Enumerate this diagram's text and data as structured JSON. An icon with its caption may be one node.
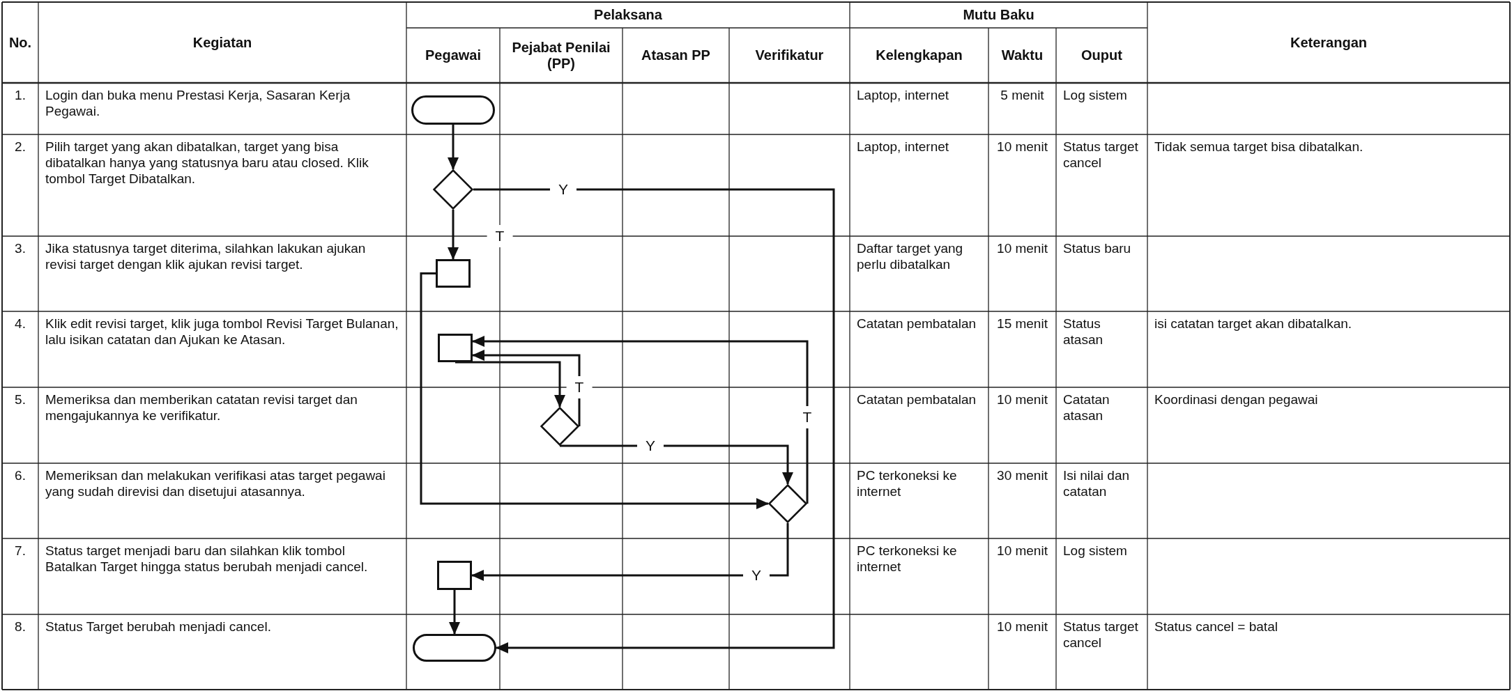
{
  "diagram": {
    "nodes": [
      {
        "text": [],
        "shape": "pill"
      },
      {
        "text": [],
        "shape": "diamond"
      },
      {
        "text": [],
        "shape": "box"
      },
      {
        "text": [],
        "shape": "box"
      },
      {
        "text": [],
        "shape": "diamond"
      },
      {
        "text": [],
        "shape": "diamond"
      },
      {
        "text": [],
        "shape": "box"
      },
      {
        "text": [],
        "shape": "pill"
      }
    ],
    "edges": [
      {
        "from": 0,
        "to": 1,
        "arrow": "to"
      },
      {
        "from": 1,
        "to": 7,
        "arrow": "to",
        "label": "Y"
      },
      {
        "from": 1,
        "to": 2,
        "arrow": "to",
        "label": "T"
      },
      {
        "from": 2,
        "to": 5,
        "arrow": "to"
      },
      {
        "from": 3,
        "to": 4,
        "arrow": "to"
      },
      {
        "from": 4,
        "to": 3,
        "arrow": "to",
        "label": "T"
      },
      {
        "from": 4,
        "to": 5,
        "arrow": "to",
        "label": "Y"
      },
      {
        "from": 5,
        "to": 3,
        "arrow": "to",
        "label": "T"
      },
      {
        "from": 5,
        "to": 6,
        "arrow": "to",
        "label": "Y"
      },
      {
        "from": 6,
        "to": 7,
        "arrow": "to"
      }
    ],
    "labels": [
      "No.",
      "Kegiatan",
      "Pelaksana",
      "Mutu Baku",
      "Keterangan",
      "Pegawai",
      "Pejabat Penilai (PP)",
      "Atasan PP",
      "Verifikatur",
      "Kelengkapan",
      "Waktu",
      "Ouput",
      "1.",
      "Login dan buka menu Prestasi Kerja, Sasaran Kerja Pegawai.",
      "Laptop, internet",
      "5 menit",
      "Log sistem",
      "2.",
      "Pilih target yang akan dibatalkan, target yang bisa dibatalkan hanya yang statusnya baru atau closed. Klik tombol Target Dibatalkan.",
      "Laptop, internet",
      "10 menit",
      "Status target cancel",
      "Tidak semua target bisa dibatalkan.",
      "3.",
      "Jika statusnya target diterima, silahkan lakukan ajukan revisi target dengan klik ajukan revisi target.",
      "Daftar target yang perlu dibatalkan",
      "10 menit",
      "Status baru",
      "4.",
      "Klik edit revisi target, klik juga tombol Revisi Target Bulanan, lalu isikan catatan dan Ajukan ke Atasan.",
      "Catatan pembatalan",
      "15 menit",
      "Status atasan",
      "isi catatan target akan dibatalkan.",
      "5.",
      "Memeriksa dan memberikan catatan revisi target dan mengajukannya ke verifikatur.",
      "Catatan pembatalan",
      "10 menit",
      "Catatan atasan",
      "Koordinasi dengan pegawai",
      "6.",
      "Memeriksan dan melakukan verifikasi atas target pegawai yang sudah direvisi dan disetujui atasannya.",
      "PC terkoneksi ke internet",
      "30 menit",
      "Isi nilai dan catatan",
      "7.",
      "Status target menjadi baru dan silahkan klik tombol Batalkan Target hingga status berubah menjadi cancel.",
      "PC terkoneksi ke internet",
      "10 menit",
      "Log sistem",
      "8.",
      "Status Target berubah menjadi cancel.",
      "10 menit",
      "Status target cancel",
      "Status cancel = batal"
    ]
  }
}
